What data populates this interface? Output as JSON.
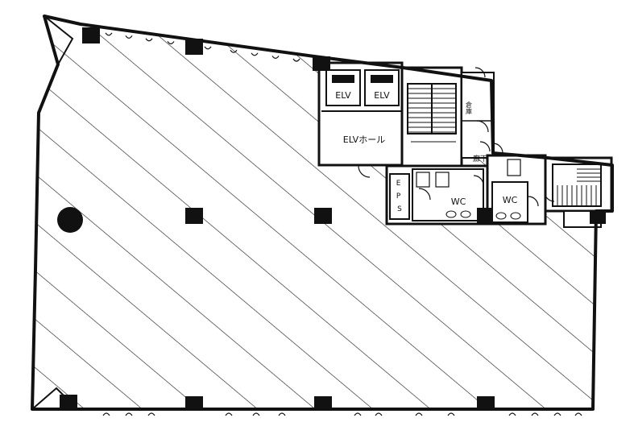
{
  "plan": {
    "labels": {
      "elv_1": "ELV",
      "elv_2": "ELV",
      "elv_hall": "ELVホール",
      "eps": "E\nP\nS",
      "wc_1": "WC",
      "wc_2": "WC",
      "corridor": "廊下",
      "storage": "倉庫"
    }
  }
}
